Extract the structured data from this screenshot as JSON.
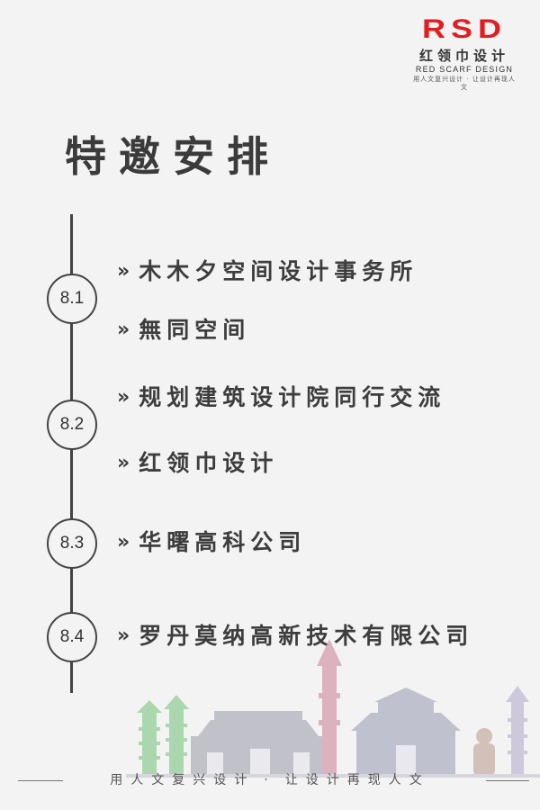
{
  "logo": {
    "mark": "RSD",
    "name": "红领巾设计",
    "english": "RED SCARF DESIGN",
    "slogan": "用人文复兴设计 · 让设计再现人文"
  },
  "title": "特邀安排",
  "timeline": [
    {
      "date": "8.1",
      "items": [
        "木木夕空间设计事务所",
        "無同空间"
      ]
    },
    {
      "date": "8.2",
      "items": [
        "规划建筑设计院同行交流",
        "红领巾设计"
      ]
    },
    {
      "date": "8.3",
      "items": [
        "华曙高科公司"
      ]
    },
    {
      "date": "8.4",
      "items": [
        "罗丹莫纳高新技术有限公司"
      ]
    }
  ],
  "footer": {
    "left": "用人文复兴设计",
    "separator": "·",
    "right": "让设计再现人文"
  },
  "colors": {
    "brand_red": "#e41b1f",
    "text_dark": "#3b3b3b",
    "background": "#f3f3f3"
  }
}
